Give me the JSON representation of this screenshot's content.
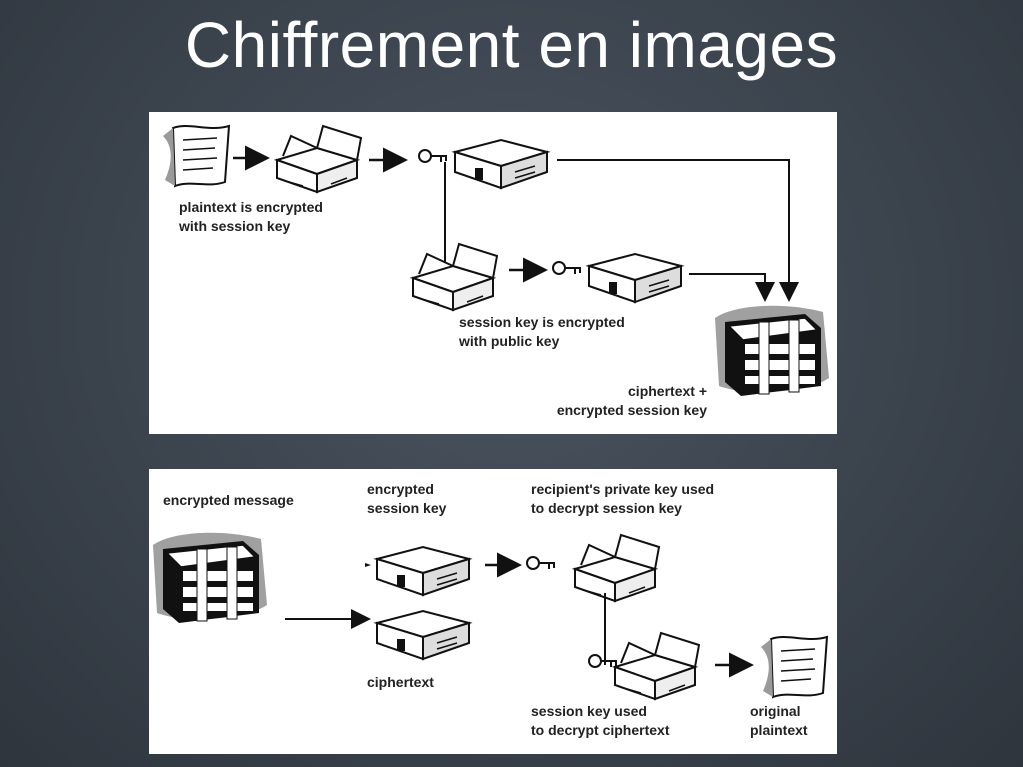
{
  "slide": {
    "title": "Chiffrement en images"
  },
  "diagram_top": {
    "label_plaintext_encrypted": [
      "plaintext is encrypted",
      "with session key"
    ],
    "label_session_key_encrypted": [
      "session key is encrypted",
      "with public key"
    ],
    "label_ciphertext_bundle": [
      "ciphertext +",
      "encrypted session key"
    ]
  },
  "diagram_bottom": {
    "label_encrypted_message": "encrypted message",
    "label_encrypted_session_key": [
      "encrypted",
      "session key"
    ],
    "label_private_key_used": [
      "recipient's private key used",
      "to decrypt session key"
    ],
    "label_ciphertext": "ciphertext",
    "label_session_key_used": [
      "session key used",
      "to decrypt ciphertext"
    ],
    "label_original_plaintext": [
      "original",
      "plaintext"
    ]
  },
  "icons": [
    "document-icon",
    "open-chest-icon",
    "locked-chest-icon",
    "key-icon",
    "wrapped-bundle-icon",
    "arrow-icon"
  ],
  "colors": {
    "background": "#3b434d",
    "panel": "#ffffff",
    "ink": "#222222",
    "shadow": "#9a9a9a"
  }
}
